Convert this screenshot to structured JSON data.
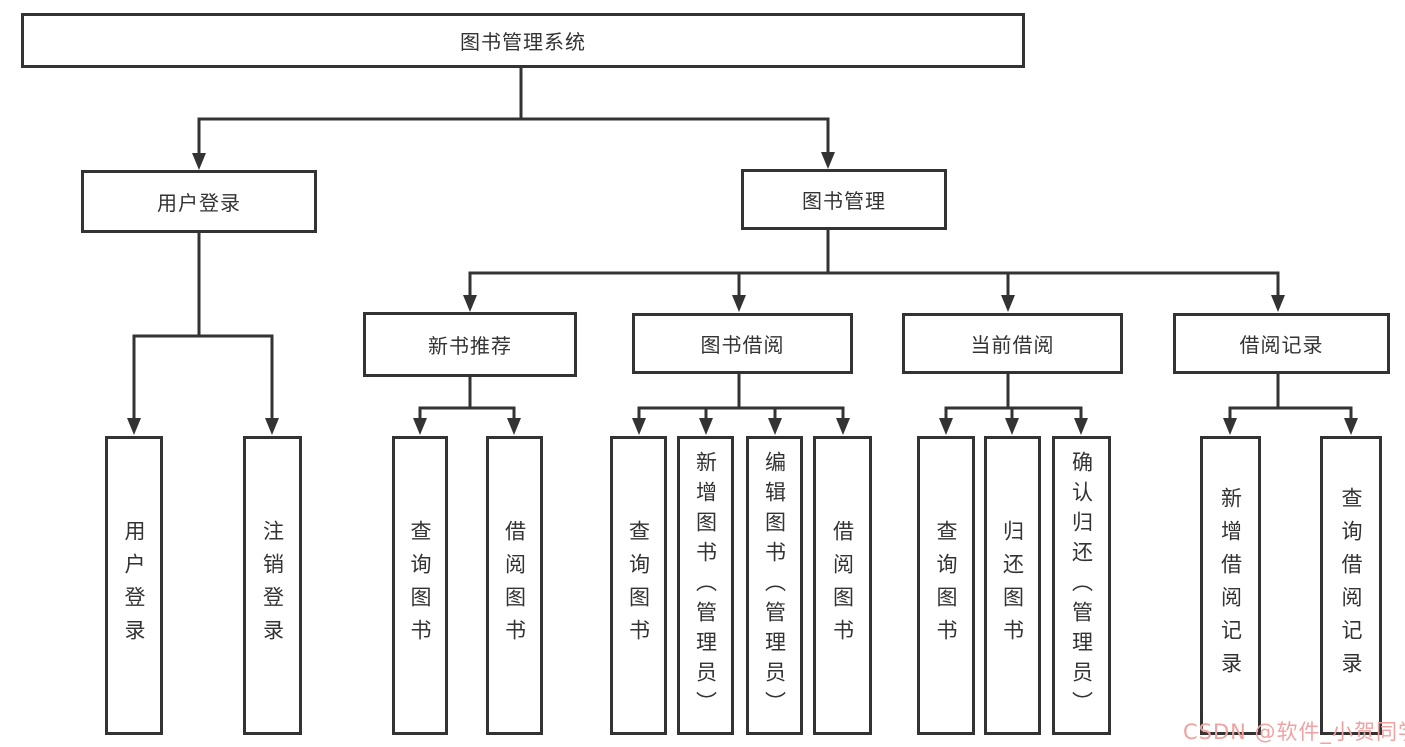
{
  "diagram": {
    "title": "图书管理系统",
    "root": {
      "label": "图书管理系统"
    },
    "level2": [
      {
        "label": "用户登录"
      },
      {
        "label": "图书管理"
      }
    ],
    "level3": [
      {
        "label": "新书推荐"
      },
      {
        "label": "图书借阅"
      },
      {
        "label": "当前借阅"
      },
      {
        "label": "借阅记录"
      }
    ],
    "leaves": {
      "user_login": [
        "用户登录",
        "注销登录"
      ],
      "new_book_recommend": [
        "查询图书",
        "借阅图书"
      ],
      "book_borrow": [
        "查询图书",
        "新增图书（管理员）",
        "编辑图书（管理员）",
        "借阅图书"
      ],
      "current_borrow": [
        "查询图书",
        "归还图书",
        "确认归还（管理员）"
      ],
      "borrow_records": [
        "新增借阅记录",
        "查询借阅记录"
      ]
    },
    "watermark": "CSDN @软件_小贺同学",
    "colors": {
      "line": "#333333",
      "box_border": "#333333",
      "text": "#333333",
      "background": "#ffffff",
      "watermark": "#f0a2a2"
    }
  }
}
